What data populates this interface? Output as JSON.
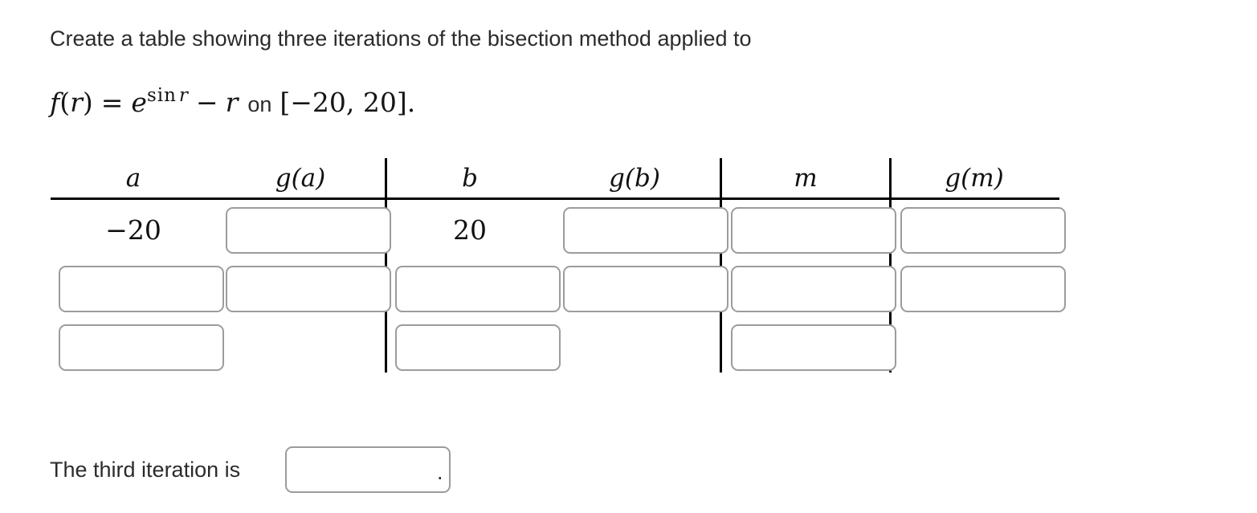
{
  "problem": {
    "statement": "Create a table showing three iterations of the bisection method applied to",
    "formula": {
      "f_name": "f",
      "lparen": "(",
      "f_var": "r",
      "rparen": ")",
      "equals": "=",
      "base": "e",
      "exp_fn": "sin",
      "exp_var": "r",
      "minus": "−",
      "sub_var": "r",
      "on_word": "on",
      "interval": "[−20, 20]",
      "period": "."
    }
  },
  "table": {
    "headers": [
      "a",
      "g(a)",
      "b",
      "g(b)",
      "m",
      "g(m)"
    ],
    "row1": {
      "a": "−20",
      "b": "20"
    }
  },
  "footer": {
    "label": "The third iteration is",
    "period": "."
  },
  "colors": {
    "rule": "#000000",
    "input_border": "#9c9c9c",
    "text": "#2b2b2b"
  }
}
